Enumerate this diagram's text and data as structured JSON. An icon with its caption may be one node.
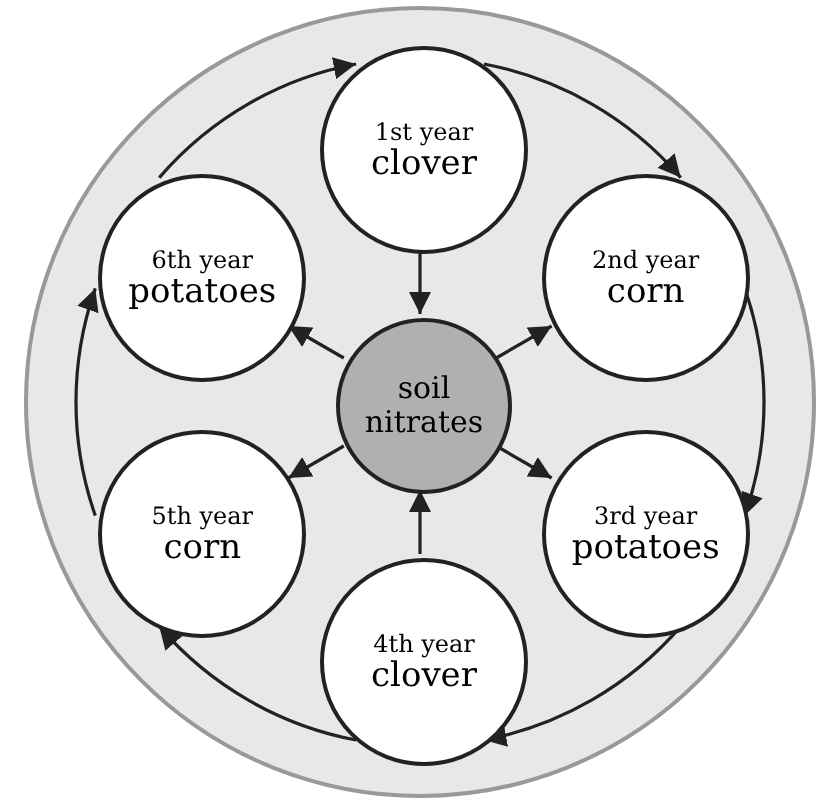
{
  "diagram": {
    "nodes": [
      {
        "text": [],
        "shape": "circle"
      },
      {
        "text": [
          "1st year",
          "clover"
        ],
        "in": 0
      },
      {
        "text": [
          "2nd year",
          "corn"
        ],
        "in": 0
      },
      {
        "text": [
          "3rd year",
          "potatoes"
        ],
        "in": 0
      },
      {
        "text": [
          "4th year",
          "clover"
        ],
        "in": 0
      },
      {
        "text": [
          "5th year",
          "corn"
        ],
        "in": 0
      },
      {
        "text": [
          "6th year",
          "potatoes"
        ],
        "in": 0
      },
      {
        "text": [
          "soil nitrates"
        ],
        "in": 0
      }
    ],
    "edges": [
      {
        "from": 1,
        "to": 2,
        "arrow": "to"
      },
      {
        "from": 2,
        "to": 3,
        "arrow": "to"
      },
      {
        "from": 3,
        "to": 4,
        "arrow": "to"
      },
      {
        "from": 4,
        "to": 5,
        "arrow": "to"
      },
      {
        "from": 5,
        "to": 6,
        "arrow": "to"
      },
      {
        "from": 6,
        "to": 1,
        "arrow": "to"
      },
      {
        "from": 1,
        "to": 7,
        "arrow": "to"
      },
      {
        "from": 4,
        "to": 7,
        "arrow": "to"
      },
      {
        "from": 7,
        "to": 2,
        "arrow": "to"
      },
      {
        "from": 7,
        "to": 3,
        "arrow": "to"
      },
      {
        "from": 7,
        "to": 5,
        "arrow": "to"
      },
      {
        "from": 7,
        "to": 6,
        "arrow": "to"
      }
    ]
  }
}
